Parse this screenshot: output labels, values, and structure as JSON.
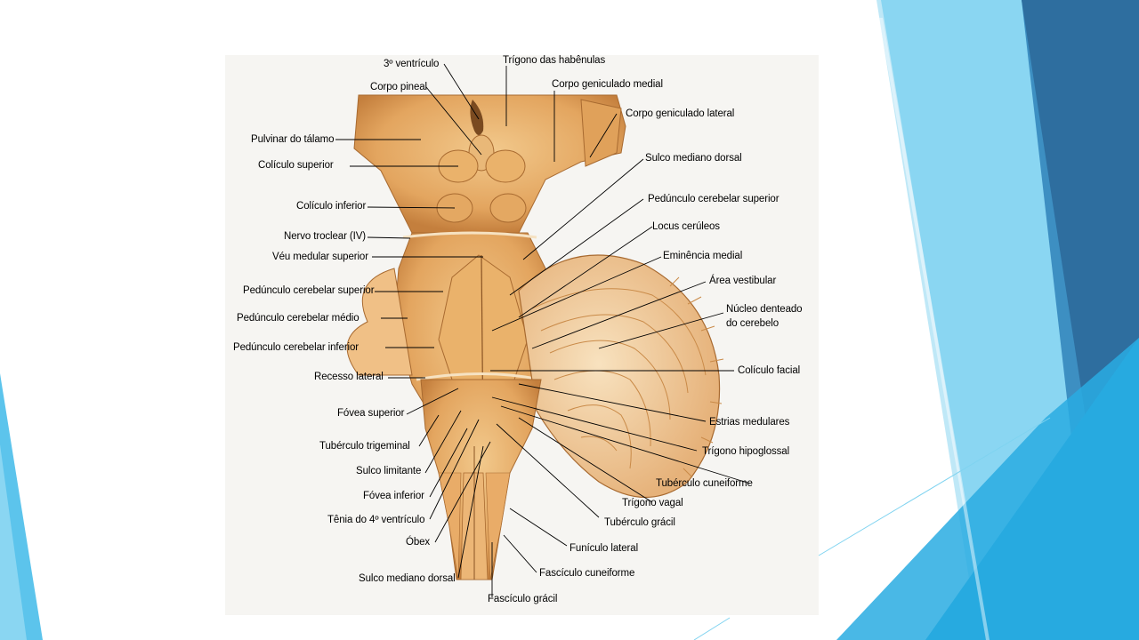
{
  "colors": {
    "slide_bg": "#ffffff",
    "accent_light": "#7fd3f0",
    "accent_mid": "#2ba6dd",
    "accent_dark": "#2c6fa1",
    "tissue": "#e3a55f",
    "tissue_light": "#f2c98c",
    "tissue_dark": "#b8753a"
  },
  "labels": {
    "ventriculo3": "3º ventrículo",
    "trigono_habenulas": "Trígono das habênulas",
    "corpo_pineal": "Corpo pineal",
    "geniculado_medial": "Corpo geniculado medial",
    "geniculado_lateral": "Corpo geniculado lateral",
    "pulvinar": "Pulvinar do tálamo",
    "coliculo_superior": "Colículo superior",
    "sulco_mediano_dorsal_top": "Sulco mediano dorsal",
    "pedunculo_sup_right": "Pedúnculo cerebelar superior",
    "coliculo_inferior": "Colículo inferior",
    "locus_ceruleos": "Locus cerúleos",
    "nervo_troclear": "Nervo troclear (IV)",
    "eminencia_medial": "Eminência medial",
    "veu_medular": "Véu medular superior",
    "area_vestibular": "Área vestibular",
    "pedunculo_sup_left": "Pedúnculo cerebelar superior",
    "nucleo_denteado_1": "Núcleo denteado",
    "nucleo_denteado_2": "do cerebelo",
    "pedunculo_medio": "Pedúnculo cerebelar médio",
    "pedunculo_inf": "Pedúnculo cerebelar inferior",
    "coliculo_facial": "Colículo facial",
    "recesso_lateral": "Recesso lateral",
    "fovea_superior": "Fóvea superior",
    "estrias_medulares": "Estrias medulares",
    "tuberculo_trigeminal": "Tubérculo trigeminal",
    "trigono_hipoglossal": "Trígono hipoglossal",
    "sulco_limitante": "Sulco limitante",
    "tuberculo_cuneiforme": "Tubérculo cuneiforme",
    "fovea_inferior": "Fóvea inferior",
    "trigono_vagal": "Trígono vagal",
    "tenia": "Tênia do 4º ventrículo",
    "tuberculo_gracil": "Tubérculo grácil",
    "obex": "Óbex",
    "funiculo_lateral": "Funículo lateral",
    "fasciculo_cuneiforme": "Fascículo cuneiforme",
    "sulco_mediano_dorsal_bottom": "Sulco mediano dorsal",
    "fasciculo_gracil": "Fascículo grácil"
  }
}
